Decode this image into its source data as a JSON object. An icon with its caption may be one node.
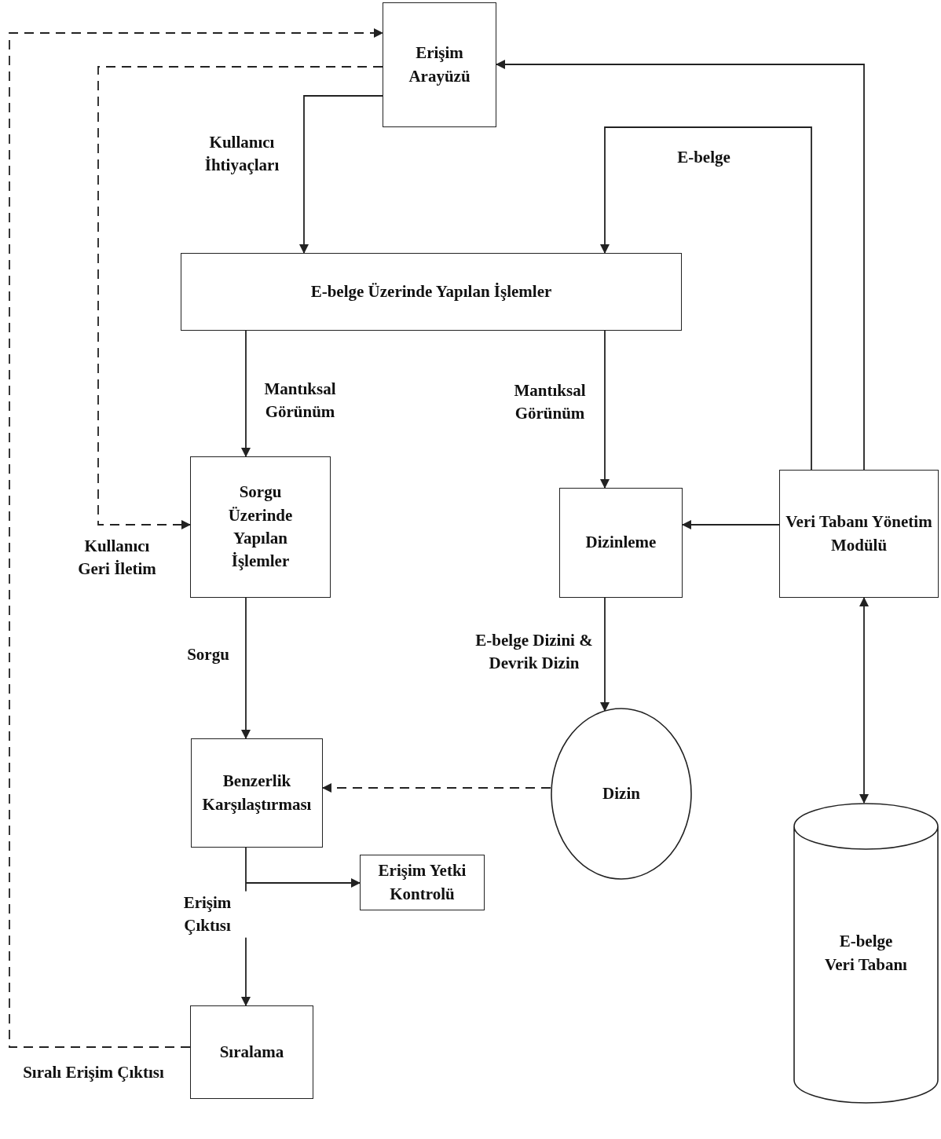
{
  "diagram": {
    "nodes": [
      {
        "text": [
          "Erişim Arayüzü"
        ]
      },
      {
        "text": [
          "E-belge Üzerinde Yapılan İşlemler"
        ]
      },
      {
        "text": [
          "Sorgu Üzerinde Yapılan İşlemler"
        ]
      },
      {
        "text": [
          "Dizinleme"
        ]
      },
      {
        "text": [
          "Veri Tabanı Yönetim Modülü"
        ]
      },
      {
        "text": [
          "Dizin"
        ]
      },
      {
        "text": [
          "Benzerlik Karşılaştırması"
        ]
      },
      {
        "text": [
          "Erişim Yetki Kontrolü"
        ]
      },
      {
        "text": [
          "Sıralama"
        ]
      },
      {
        "text": [
          "E-belge Veri Tabanı"
        ]
      }
    ],
    "edges": [
      {
        "from": 0,
        "to": 1,
        "arrow": "to",
        "label": "Kullanıcı İhtiyaçları"
      },
      {
        "from": 4,
        "to": 1,
        "arrow": "to",
        "label": "E-belge"
      },
      {
        "from": 4,
        "to": 0,
        "arrow": "to"
      },
      {
        "from": 1,
        "to": 2,
        "arrow": "to",
        "label": "Mantıksal Görünüm"
      },
      {
        "from": 1,
        "to": 3,
        "arrow": "to",
        "label": "Mantıksal Görünüm"
      },
      {
        "from": 4,
        "to": 3,
        "arrow": "to"
      },
      {
        "from": 4,
        "to": 9,
        "arrow": "both"
      },
      {
        "from": 3,
        "to": 5,
        "arrow": "to",
        "label": "E-belge Dizini & Devrik Dizin"
      },
      {
        "from": 2,
        "to": 6,
        "arrow": "to",
        "label": "Sorgu"
      },
      {
        "from": 5,
        "to": 6,
        "arrow": "to",
        "style": "dashed"
      },
      {
        "from": 6,
        "to": 7,
        "arrow": "to"
      },
      {
        "from": 6,
        "to": 8,
        "arrow": "to",
        "label": "Erişim Çıktısı"
      },
      {
        "from": 8,
        "to": 0,
        "arrow": "to",
        "style": "dashed",
        "label": "Sıralı Erişim Çıktısı"
      },
      {
        "from": 0,
        "to": 2,
        "arrow": "to",
        "style": "dashed",
        "label": "Kullanıcı Geri İletim"
      }
    ]
  }
}
